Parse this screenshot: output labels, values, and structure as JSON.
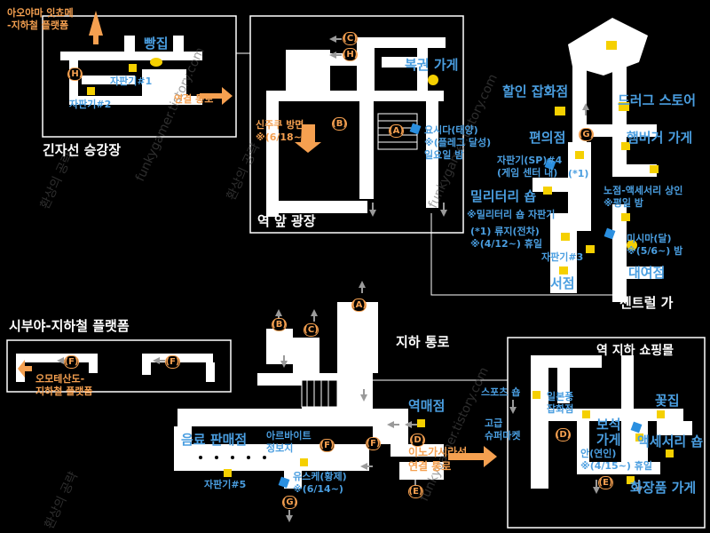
{
  "areas": {
    "ginza": "긴자선 승강장",
    "station_plaza": "역 앞 광장",
    "shibuya_platform": "시부야-지하철 플랫폼",
    "underground_passage": "지하 통로",
    "underground_mall": "역 지하 쇼핑몰",
    "central_street": "센트럴 가"
  },
  "ginza": {
    "exit_aoyama": "아오야마 잇쵸메\n-지하철 플랫폼",
    "bakery": "빵집",
    "vending1": "자판기#1",
    "vending2": "자판기#2",
    "connect": "연결 통로",
    "marker_h": "(H)"
  },
  "plaza": {
    "markers": [
      "(C)",
      "(H)",
      "(B)",
      "(A)"
    ],
    "lottery": "복권 가게",
    "shinjuku": "신주쿠 방면\n※(6/18~)",
    "yoshida": "요시다(태양)\n※(플레그 달성)\n일요일 밤"
  },
  "central": {
    "discount": "할인 잡화점",
    "drugstore": "드러그 스토어",
    "convenience": "편의점",
    "burger": "햄버거 가게",
    "vending4": "자판기(SP)#4\n(게임 센터 내)",
    "star1": "(*1)",
    "accessory_vendor": "노점-액세서리 상인\n※평일 밤",
    "military": "밀리터리 숍",
    "military_vending": "※밀리터리 숍 자판기",
    "ryuji": "(*1) 류지(전차)\n※(4/12~) 휴일",
    "mishima": "미시마(달)\n※(5/6~) 밤",
    "vending3": "자판기#3",
    "rental": "대여점",
    "bookstore": "서점",
    "marker_g": "(G)"
  },
  "shibuya": {
    "markers": [
      "(F)",
      "(F)"
    ],
    "exit_omotesando": "오모테산도-\n지하철 플랫폼"
  },
  "passage": {
    "markers": [
      "(A)",
      "(B)",
      "(C)",
      "(F)",
      "(F)",
      "(D)",
      "(E)",
      "(G)"
    ],
    "station_shop": "역매점",
    "drink_shop": "음료 판매점",
    "part_time": "아르바이트\n정보지",
    "vending5": "자판기#5",
    "yusuke": "유스케(황제)\n※(6/14~)",
    "inokashira": "이노가시라선\n연결 통로"
  },
  "mall": {
    "sports": "스포츠 숍",
    "japanese": "일본풍\n잡화점",
    "supermarket": "고급\n슈퍼마켓",
    "flower": "꽃집",
    "jewelry": "보석\n가게",
    "accessory_shop": "액세서리 숍",
    "anne": "안(연인)\n※(4/15~) 휴일",
    "cosmetics": "화장품 가게",
    "marker_d": "(D)",
    "marker_e": "(E)"
  },
  "watermark": "funkygamer.tistory.com",
  "watermark_kr": "환상의 공략",
  "colors": {
    "wall": "#ffffff",
    "background": "#000000",
    "label_blue": "#4a9ee0",
    "label_orange": "#f5a050",
    "icon_yellow": "#f5d000",
    "arrow_gray": "#9a9a9a"
  }
}
